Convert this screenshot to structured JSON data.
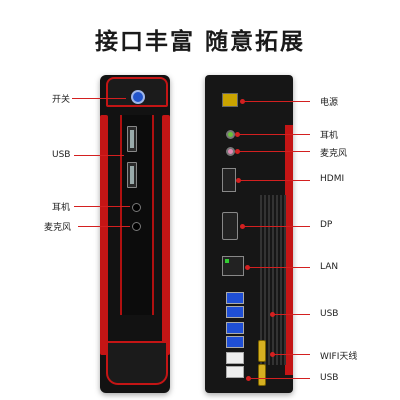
{
  "title": "接口丰富 随意拓展",
  "front_labels": {
    "power": "开关",
    "usb": "USB",
    "headphone": "耳机",
    "mic": "麦克风"
  },
  "rear_labels": {
    "power_in": "电源",
    "headphone": "耳机",
    "mic": "麦克风",
    "hdmi": "HDMI",
    "dp": "DP",
    "lan": "LAN",
    "usb_upper": "USB",
    "wifi": "WIFI天线",
    "usb_lower": "USB"
  },
  "colors": {
    "accent_red": "#d32020",
    "chassis_black": "#141414",
    "power_button_blue": "#2255cc",
    "usb3_blue": "#1f4fd6"
  }
}
